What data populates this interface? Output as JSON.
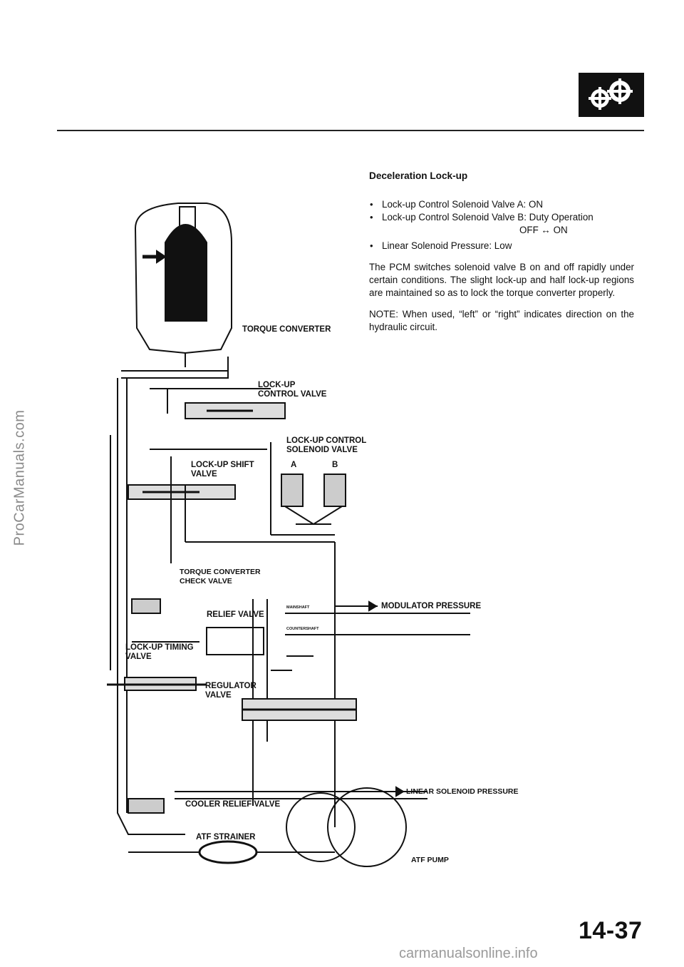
{
  "sidebar_watermark": "ProCarManuals.com",
  "section": {
    "heading": "Deceleration Lock-up",
    "bullets": [
      "Lock-up Control Solenoid Valve A: ON",
      "Lock-up Control Solenoid Valve B: Duty Operation",
      "Linear Solenoid Pressure: Low"
    ],
    "duty_sub": "OFF ↔ ON",
    "paragraph": "The PCM switches solenoid valve B on and off rapidly under certain conditions. The slight lock-up and half lock-up regions are maintained so as to lock the torque converter properly.",
    "note": "NOTE: When used, “left” or “right” indicates direction on the hydraulic circuit."
  },
  "diagram": {
    "labels": {
      "torque_converter": "TORQUE CONVERTER",
      "lockup_control_valve": "LOCK-UP CONTROL VALVE",
      "lockup_control_solenoid_valve": "LOCK-UP CONTROL SOLENOID VALVE",
      "solenoid_a": "A",
      "solenoid_b": "B",
      "lockup_shift_valve": "LOCK-UP SHIFT VALVE",
      "torque_converter_check_valve": "TORQUE CONVERTER CHECK VALVE",
      "modulator_pressure": "MODULATOR PRESSURE",
      "relief_valve": "RELIEF VALVE",
      "lockup_timing_valve": "LOCK-UP TIMING VALVE",
      "regulator_valve": "REGULATOR VALVE",
      "linear_solenoid_pressure": "LINEAR SOLENOID PRESSURE",
      "cooler_relief_valve": "COOLER RELIEF VALVE",
      "atf_strainer": "ATF STRAINER",
      "atf_pump": "ATF PUMP",
      "mainshaft": "MAINSHAFT",
      "countershaft": "COUNTERSHAFT"
    }
  },
  "page_number": "14-37",
  "footer_watermark": "carmanualsonline.info",
  "colors": {
    "ink": "#111111",
    "rule": "#222222",
    "watermark": "#9a9a9a"
  },
  "icons": [
    "gear-section-icon"
  ]
}
